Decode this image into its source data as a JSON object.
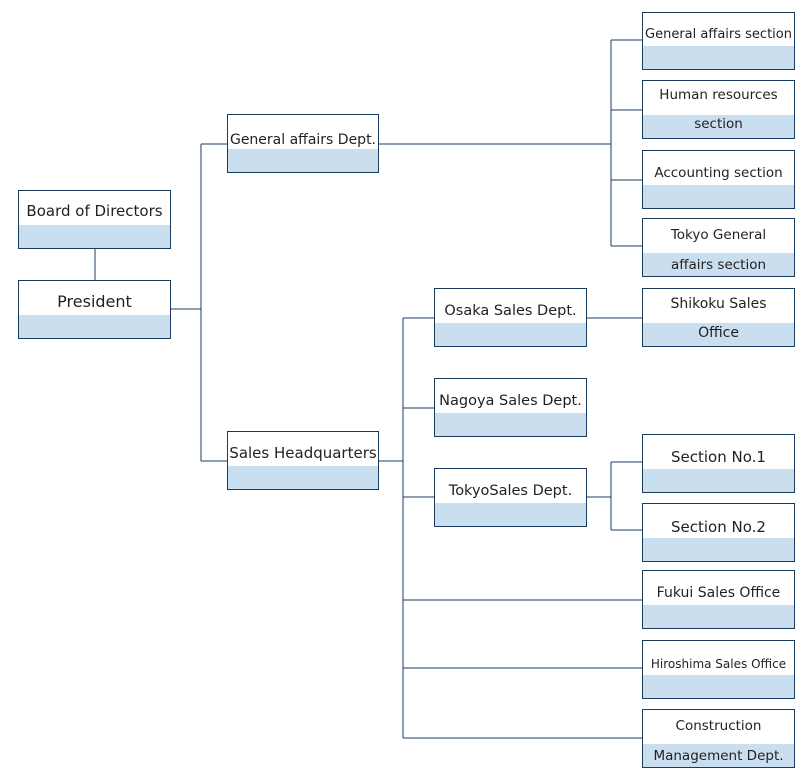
{
  "nodes": [
    {
      "id": "board",
      "lines": [
        "Board of Directors"
      ]
    },
    {
      "id": "president",
      "lines": [
        "President"
      ]
    },
    {
      "id": "gad",
      "lines": [
        "General affairs Dept."
      ]
    },
    {
      "id": "shq",
      "lines": [
        "Sales Headquarters"
      ]
    },
    {
      "id": "gas",
      "lines": [
        "General affairs section"
      ]
    },
    {
      "id": "hr",
      "lines": [
        "Human resources",
        "section"
      ]
    },
    {
      "id": "acc",
      "lines": [
        "Accounting section"
      ]
    },
    {
      "id": "tga",
      "lines": [
        "Tokyo General",
        "affairs section"
      ]
    },
    {
      "id": "osaka",
      "lines": [
        "Osaka Sales Dept."
      ]
    },
    {
      "id": "shikoku",
      "lines": [
        "Shikoku Sales",
        "Office"
      ]
    },
    {
      "id": "nagoya",
      "lines": [
        "Nagoya Sales Dept."
      ]
    },
    {
      "id": "tokyo",
      "lines": [
        "TokyoSales Dept."
      ]
    },
    {
      "id": "sec1",
      "lines": [
        "Section No.1"
      ]
    },
    {
      "id": "sec2",
      "lines": [
        "Section No.2"
      ]
    },
    {
      "id": "fukui",
      "lines": [
        "Fukui Sales Office"
      ]
    },
    {
      "id": "hiroshima",
      "lines": [
        "Hiroshima Sales Office"
      ]
    },
    {
      "id": "construction",
      "lines": [
        "Construction",
        "Management Dept."
      ]
    }
  ],
  "colors": {
    "border": "#1c3c5e",
    "band": "#c9dff0",
    "line": "#1c3c5e",
    "text": "#231f20"
  }
}
